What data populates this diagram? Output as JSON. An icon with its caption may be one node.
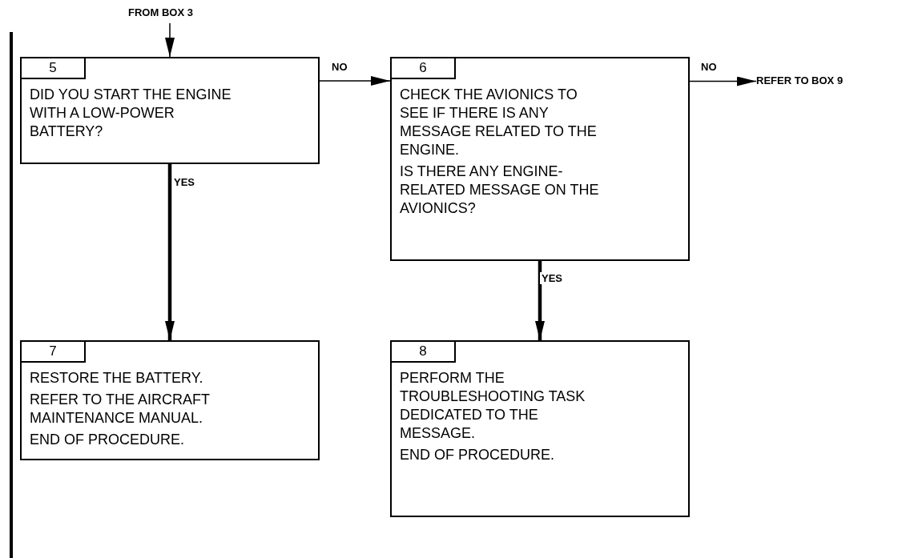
{
  "diagram": {
    "nodes": [
      {
        "text": [
          "FROM BOX 3"
        ]
      },
      {
        "text": [
          "5",
          "DID YOU START THE ENGINE WITH A LOW-POWER BATTERY?"
        ]
      },
      {
        "text": [
          "6",
          "CHECK THE AVIONICS TO SEE IF THERE IS ANY MESSAGE RELATED TO THE ENGINE.",
          "IS THERE ANY ENGINE-RELATED MESSAGE ON THE AVIONICS?"
        ]
      },
      {
        "text": [
          "REFER TO BOX 9"
        ]
      },
      {
        "text": [
          "7",
          "RESTORE THE BATTERY.",
          "REFER TO THE AIRCRAFT MAINTENANCE MANUAL.",
          "END OF PROCEDURE."
        ]
      },
      {
        "text": [
          "8",
          "PERFORM THE TROUBLESHOOTING TASK DEDICATED TO THE MESSAGE.",
          "END OF PROCEDURE."
        ]
      }
    ],
    "edges": [
      {
        "from": 0,
        "to": 1,
        "arrow": "to"
      },
      {
        "from": 1,
        "to": 2,
        "arrow": "to",
        "label": "NO"
      },
      {
        "from": 2,
        "to": 3,
        "arrow": "to",
        "label": "NO"
      },
      {
        "from": 1,
        "to": 4,
        "arrow": "to",
        "label": "YES",
        "style": "thick"
      },
      {
        "from": 2,
        "to": 5,
        "arrow": "to",
        "label": "YES",
        "style": "thick"
      }
    ]
  }
}
